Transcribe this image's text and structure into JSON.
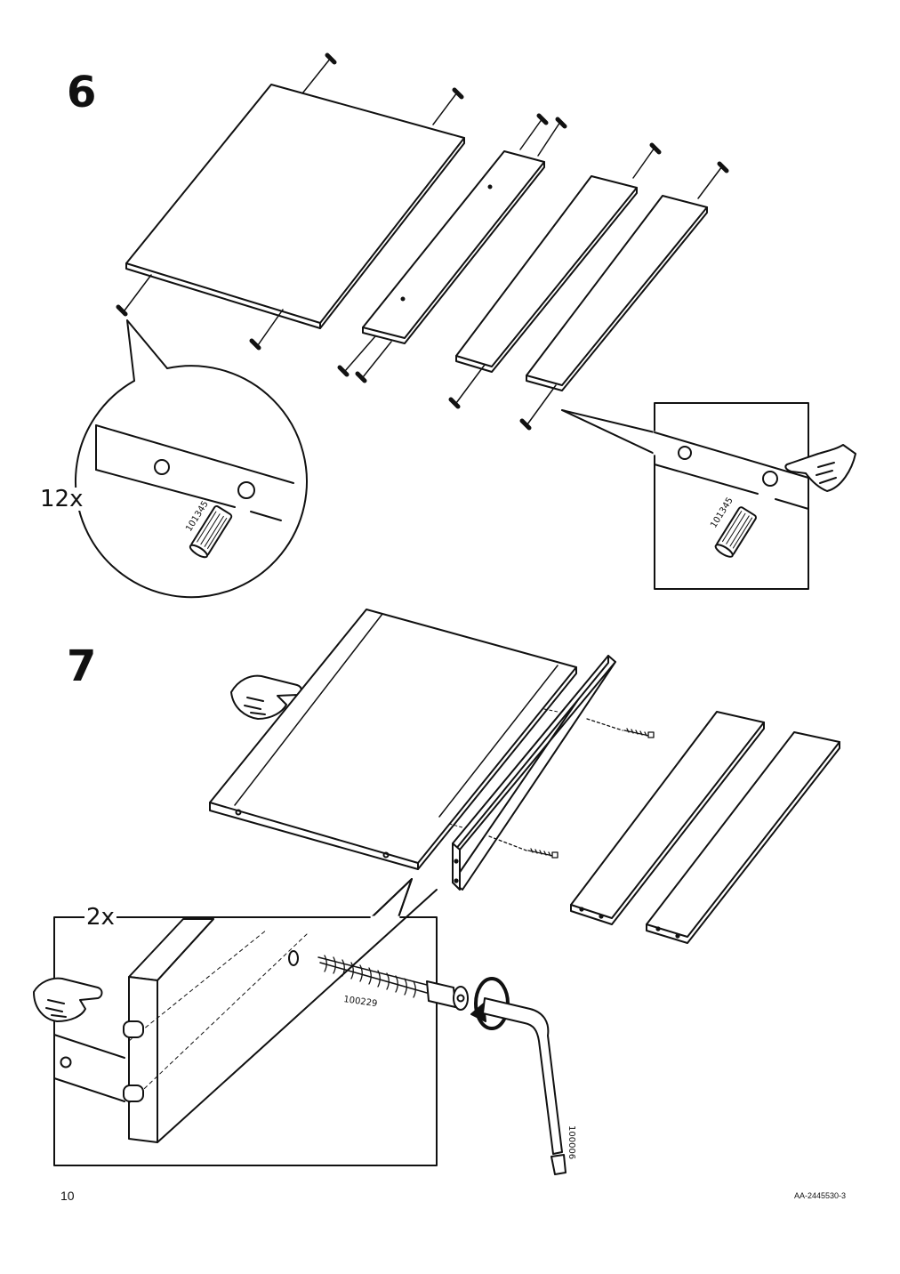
{
  "steps": [
    {
      "number": "6",
      "quantity": "12x",
      "dowel_part": "101345"
    },
    {
      "number": "7",
      "quantity": "2x",
      "cam_part": "100229",
      "key_part": "100006"
    }
  ],
  "footer": {
    "page_number": "10",
    "doc_ref": "AA-2445530-3"
  }
}
